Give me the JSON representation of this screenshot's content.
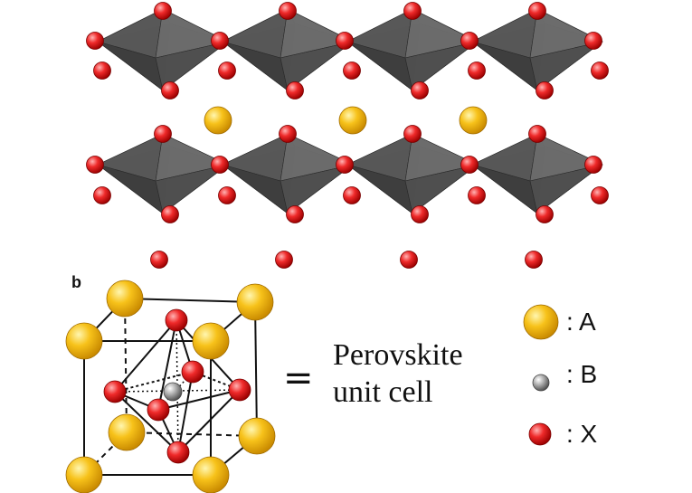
{
  "panel_b": {
    "label": "b"
  },
  "equation": {
    "symbol": "=",
    "line1": "Perovskite",
    "line2": "unit cell"
  },
  "legend": [
    {
      "marker": "large-gold-sphere",
      "color": "#f2b705",
      "text": ":  A"
    },
    {
      "marker": "small-gray-sphere",
      "color": "#8a8a8a",
      "text": ":  B"
    },
    {
      "marker": "red-sphere",
      "color": "#e01b24",
      "text": ":  X"
    }
  ],
  "colors": {
    "octahedron": "#4a4a4a",
    "a_site": "#f2b705",
    "b_site": "#8a8a8a",
    "x_site": "#e01b24"
  }
}
